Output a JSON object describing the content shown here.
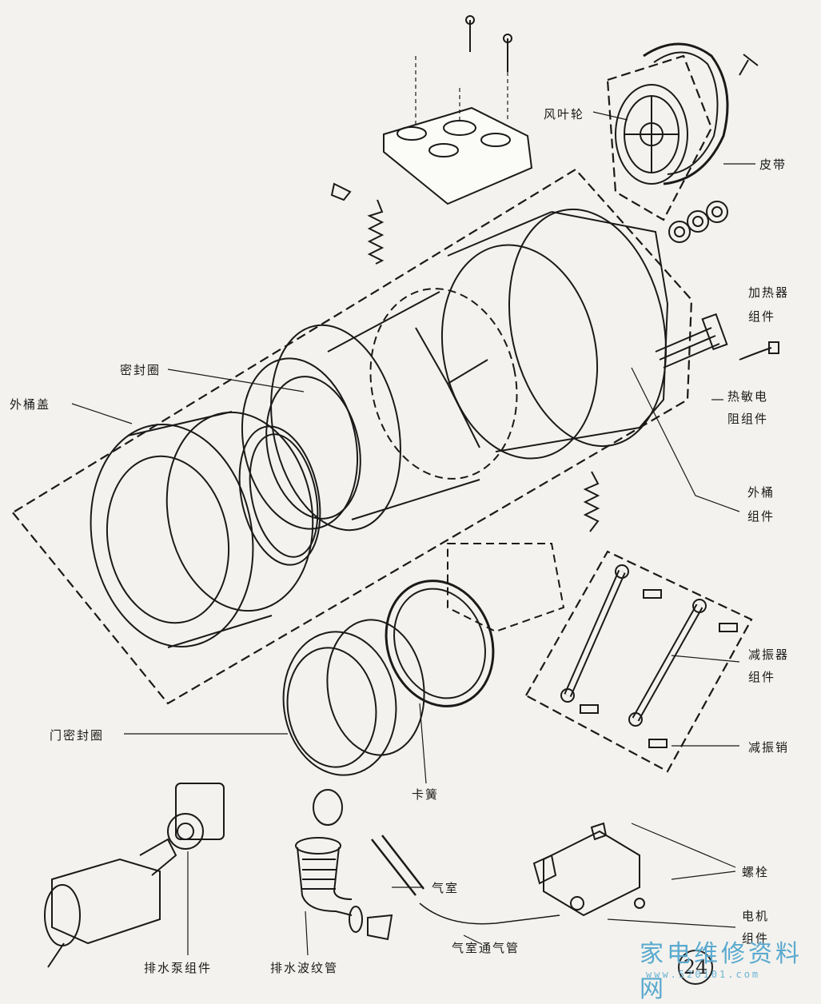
{
  "labels": {
    "fan_wheel": "风叶轮",
    "belt": "皮带",
    "heater_1": "加热器",
    "heater_2": "组件",
    "thermistor_1": "热敏电",
    "thermistor_2": "阻组件",
    "seal_ring": "密封圈",
    "outer_tub_cover": "外桶盖",
    "outer_tub_1": "外桶",
    "outer_tub_2": "组件",
    "damper_1": "减振器",
    "damper_2": "组件",
    "damper_pin": "减振销",
    "door_seal": "门密封圈",
    "spring_clip": "卡簧",
    "bolt": "螺栓",
    "air_chamber": "气室",
    "motor_1": "电机",
    "motor_2": "组件",
    "air_tube": "气室通气管",
    "drain_pump": "排水泵组件",
    "drain_bellows": "排水波纹管"
  },
  "page_number": "24",
  "watermark": {
    "text": "家电维修资料网",
    "url": "www.520101.com"
  },
  "colors": {
    "ink": "#1a1a1a",
    "paper": "#f3f2ee",
    "watermark": "#5aa9cf"
  }
}
